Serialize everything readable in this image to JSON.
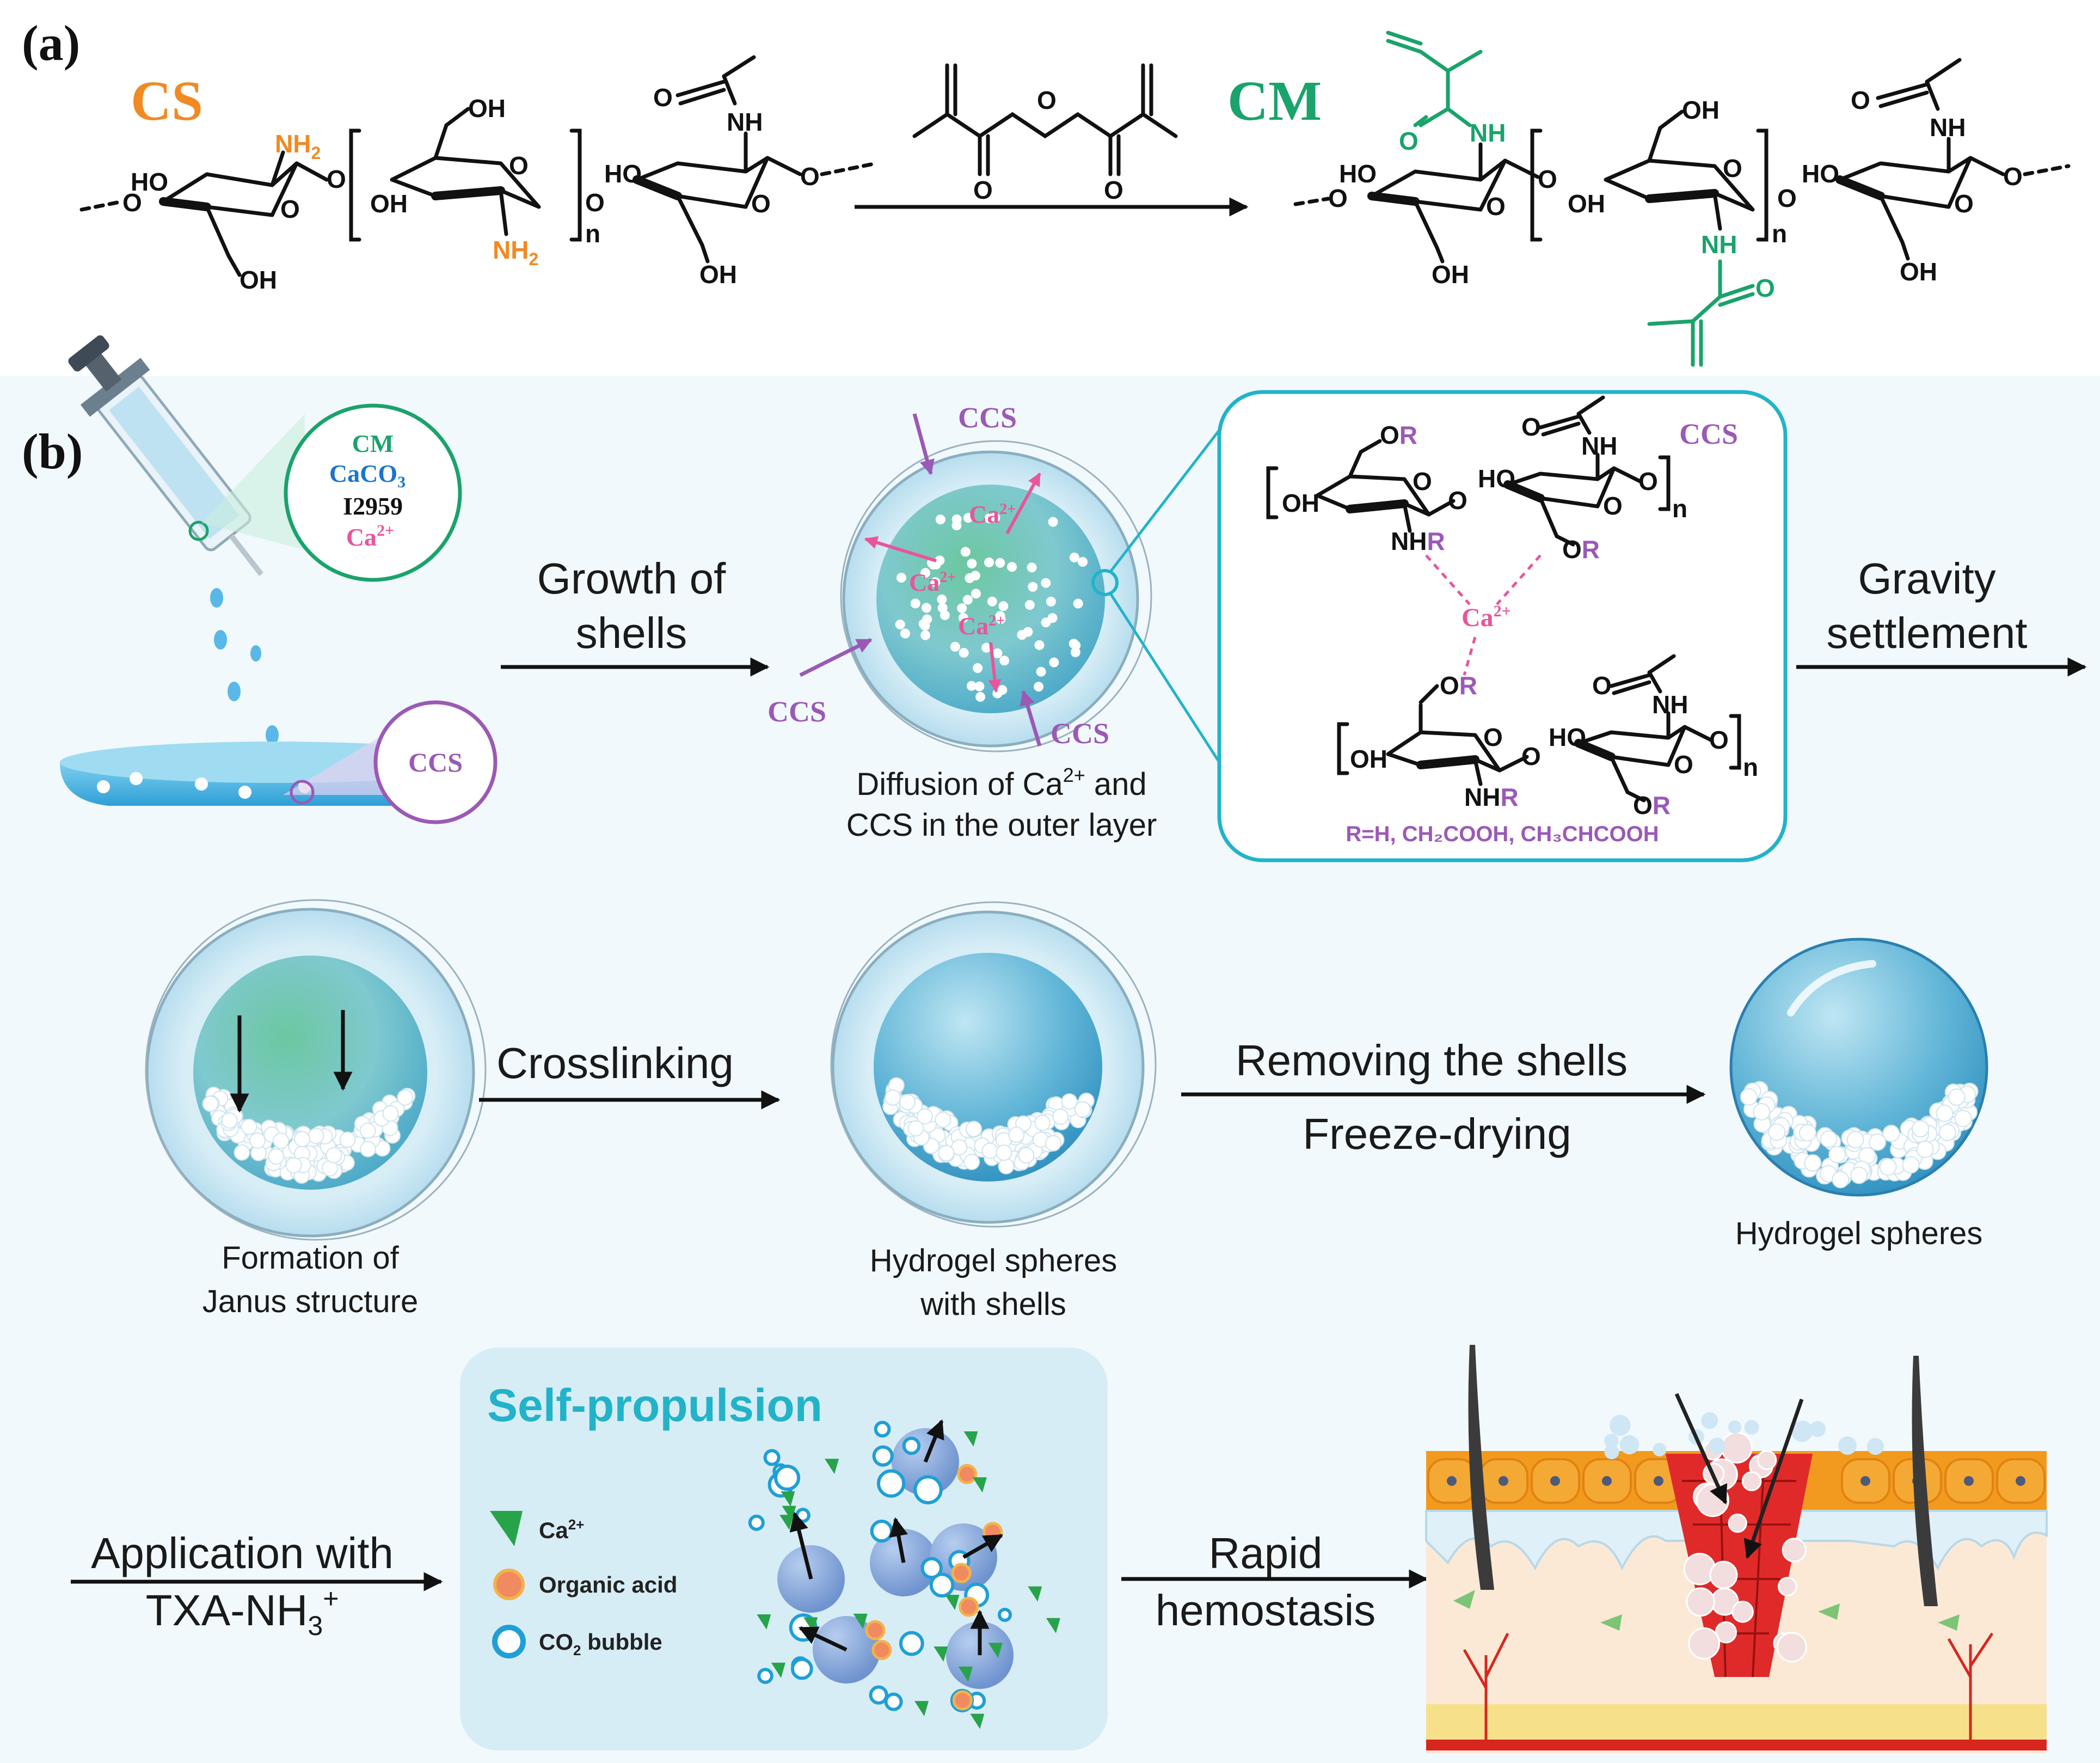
{
  "panels": {
    "a": "(a)",
    "b": "(b)"
  },
  "colors": {
    "cs_orange": "#f08a24",
    "cm_green": "#1aa36b",
    "ccs_purple": "#9b59b6",
    "ca_pink": "#e8559a",
    "caco3_blue": "#1a76c9",
    "panel_bg": "#f1f9fc",
    "teal": "#22b3c9",
    "skin_orange": "#f29a1e",
    "blood_red": "#e02a2a"
  },
  "panel_a": {
    "cs_label": "CS",
    "cm_label": "CM",
    "groups": {
      "oh": "OH",
      "ho": "HO",
      "nh2": "NH",
      "nh2_sub": "2",
      "nh": "NH",
      "o": "O",
      "n": "n"
    }
  },
  "panel_b": {
    "syringe_contents": [
      "CM",
      "CaCO",
      "I2959",
      "Ca"
    ],
    "syringe_sub": "3",
    "ca_sup": "2+",
    "bath_label": "CCS",
    "step_growth": [
      "Growth of",
      "shells"
    ],
    "ccs_tag": "CCS",
    "ca_tag": "Ca",
    "diffusion_caption": [
      "Diffusion of Ca",
      " and",
      "CCS in the outer layer"
    ],
    "zoom_ccs": "CCS",
    "zoom_ca": "Ca",
    "r_group": "R",
    "nh_r": "NH",
    "r_definition": "R=H, CH₂COOH, CH₃CHCOOH",
    "step_gravity": [
      "Gravity",
      "settlement"
    ],
    "janus_caption": [
      "Formation of",
      "Janus structure"
    ],
    "step_crosslinking": "Crosslinking",
    "shells_caption": [
      "Hydrogel spheres",
      "with shells"
    ],
    "step_remove": "Removing the shells",
    "step_freeze": "Freeze-drying",
    "spheres_caption": "Hydrogel spheres",
    "step_application": [
      "Application with",
      "TXA-NH"
    ],
    "txa_sub": "3",
    "txa_sup": "+",
    "self_propulsion_title": "Self-propulsion",
    "legend": [
      {
        "icon": "triangle",
        "label": "Ca",
        "sup": "2+"
      },
      {
        "icon": "dot",
        "label": "Organic acid"
      },
      {
        "icon": "bubble",
        "label": "CO",
        "sub": "2",
        "rest": " bubble"
      }
    ],
    "step_hemostasis": [
      "Rapid",
      "hemostasis"
    ]
  }
}
